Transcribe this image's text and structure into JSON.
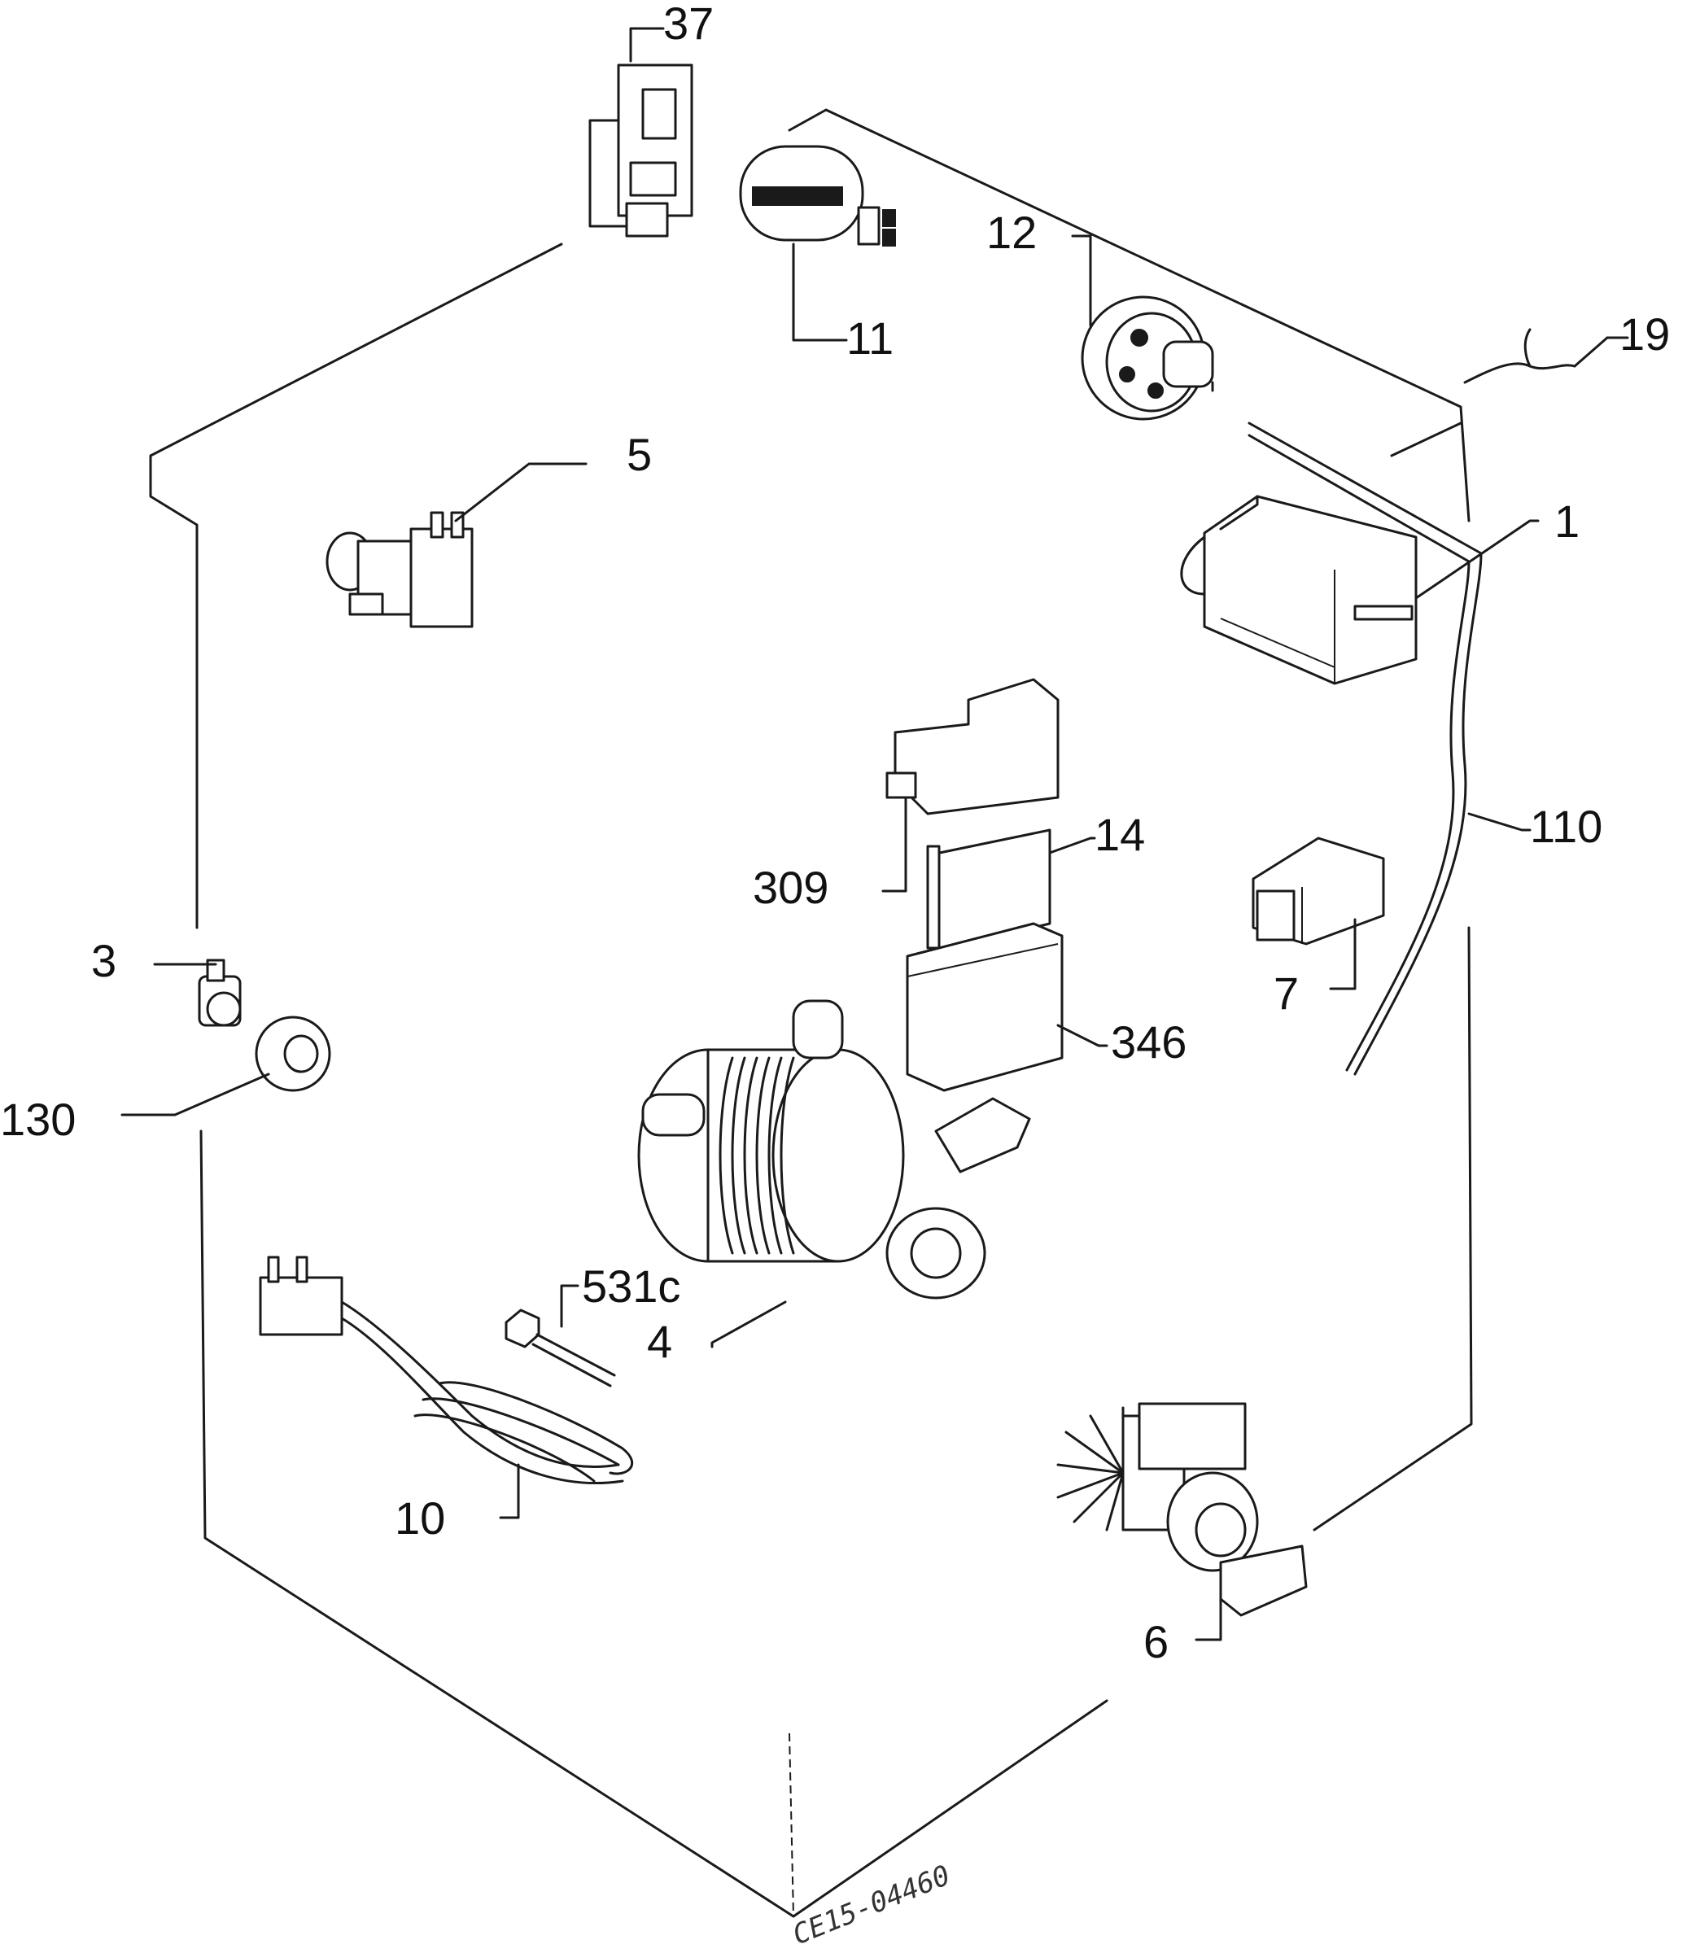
{
  "labels": {
    "p37": "37",
    "p11": "11",
    "p12": "12",
    "p19": "19",
    "p5": "5",
    "p1": "1",
    "p110": "110",
    "p14": "14",
    "p309": "309",
    "p7": "7",
    "p3": "3",
    "p130": "130",
    "p346": "346",
    "p531c": "531c",
    "p4": "4",
    "p10": "10",
    "p6": "6"
  },
  "drawing_code": "CE15-04460"
}
